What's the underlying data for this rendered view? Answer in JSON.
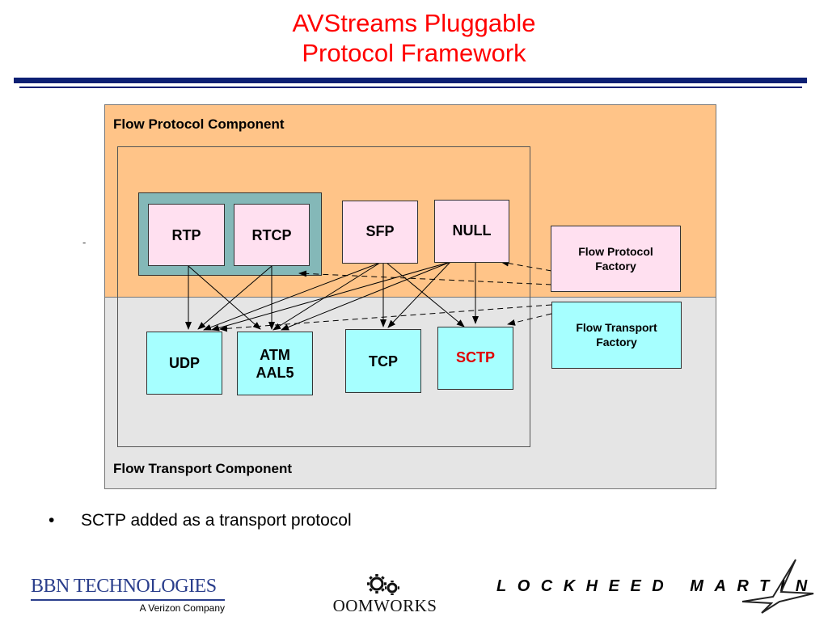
{
  "title": {
    "line1": "AVStreams Pluggable",
    "line2": "Protocol Framework"
  },
  "diagram": {
    "protocol_band_label": "Flow Protocol Component",
    "transport_band_label": "Flow Transport Component",
    "protocols": {
      "rtp": "RTP",
      "rtcp": "RTCP",
      "sfp": "SFP",
      "null": "NULL"
    },
    "transports": {
      "udp": "UDP",
      "atm_line1": "ATM",
      "atm_line2": "AAL5",
      "tcp": "TCP",
      "sctp": "SCTP"
    },
    "factories": {
      "protocol_line1": "Flow Protocol",
      "protocol_line2": "Factory",
      "transport_line1": "Flow Transport",
      "transport_line2": "Factory"
    },
    "stray_mark": "-",
    "colors": {
      "protocol_band": "#ffc488",
      "transport_band": "#e5e5e5",
      "protocol_box": "#ffe0f0",
      "transport_box": "#a6ffff",
      "rtp_group": "#84b8b8",
      "sctp_text": "#e00000",
      "title": "#ff0000",
      "rule": "#0c1f73"
    }
  },
  "bullets": [
    {
      "marker": "•",
      "text": "SCTP added as a transport protocol"
    }
  ],
  "footer": {
    "bbn_name": "BBN TECHNOLOGIES",
    "bbn_sub": "A Verizon Company",
    "oom_name": "OOMWORKS",
    "oom_icon": "gears-icon",
    "lm_name": "LOCKHEED MARTIN",
    "lm_icon": "star-icon"
  }
}
